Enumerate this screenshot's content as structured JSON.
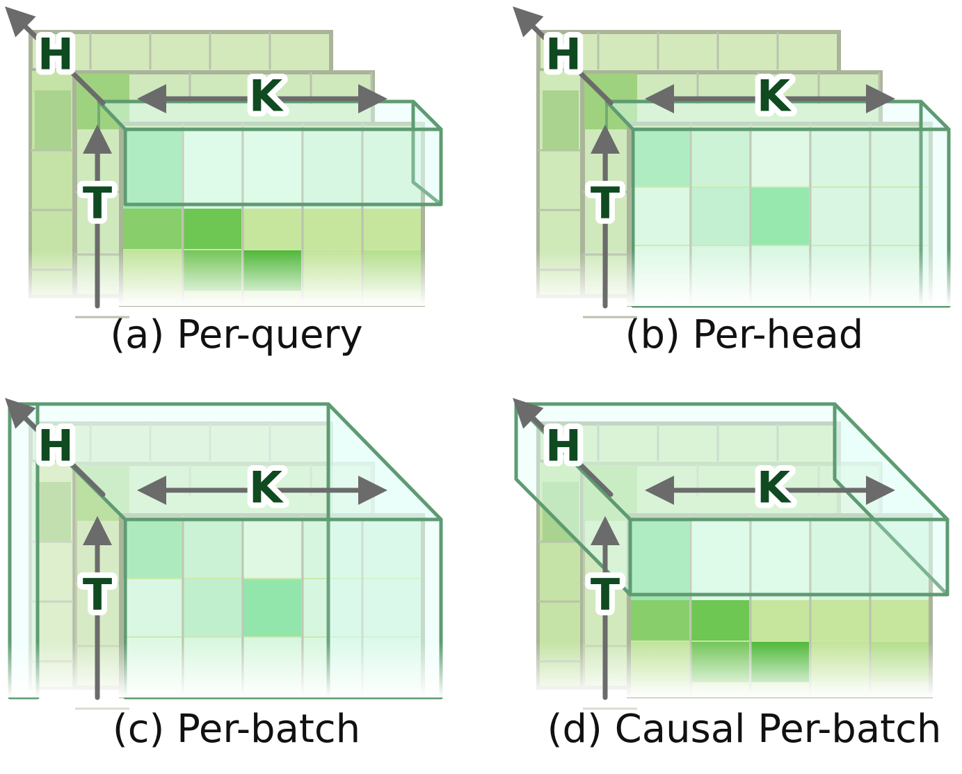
{
  "axis_labels": {
    "head": "H",
    "key": "K",
    "time": "T"
  },
  "colors": {
    "back_grid": "#d4e9bb",
    "back_border": "#aab49a",
    "grid_line": "#b9c2ad",
    "axis_arrow": "#6b6b6b",
    "label_text": "#0f4a20",
    "box_stroke": "#5e9b72",
    "box_fill": "#e2fff8",
    "fade": "#ffffff"
  },
  "panels": [
    {
      "id": "a",
      "caption": "(a) Per-query",
      "mode": "query"
    },
    {
      "id": "b",
      "caption": "(b) Per-head",
      "mode": "head"
    },
    {
      "id": "c",
      "caption": "(c) Per-batch",
      "mode": "batch"
    },
    {
      "id": "d",
      "caption": "(d) Causal Per-batch",
      "mode": "causal"
    }
  ]
}
